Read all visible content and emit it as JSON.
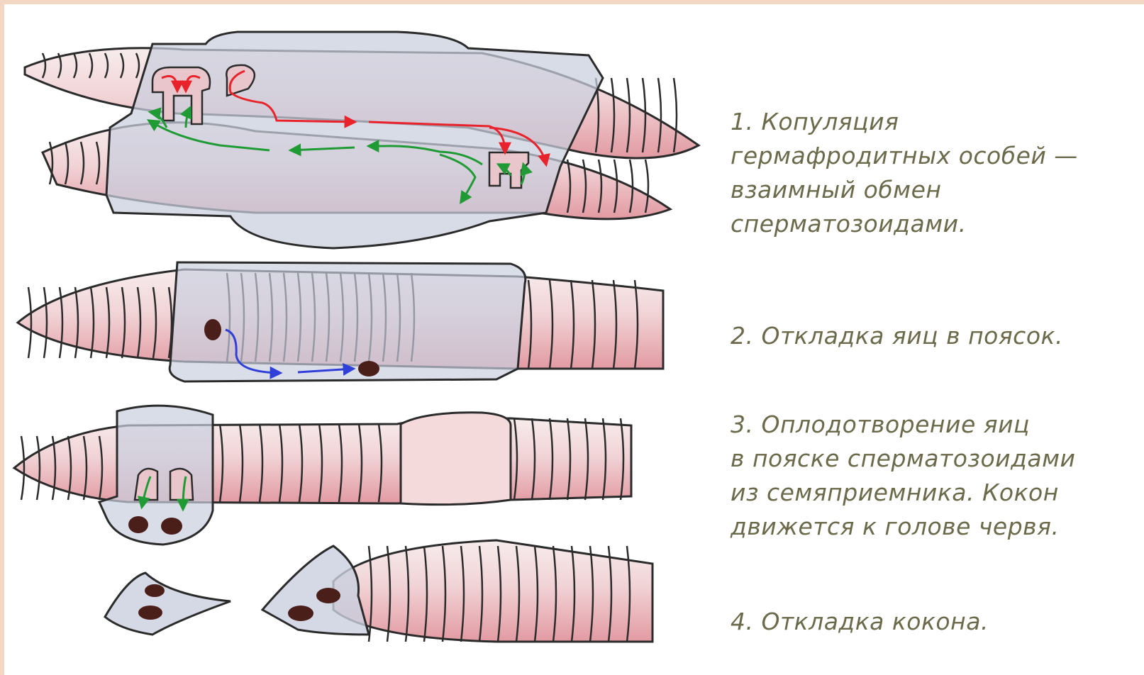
{
  "captions": {
    "step1": {
      "lines": [
        "1. Копуляция",
        "гермафродитных особей —",
        "взаимный обмен",
        "сперматозоидами."
      ]
    },
    "step2": {
      "lines": [
        "2. Откладка яиц в поясок."
      ]
    },
    "step3": {
      "lines": [
        "3. Оплодотворение яиц",
        "в пояске сперматозоидами",
        "из семяприемника. Кокон",
        "движется к голове червя."
      ]
    },
    "step4": {
      "lines": [
        "4. Откладка кокона."
      ]
    }
  },
  "colors": {
    "caption_text": "#6b6a4b",
    "worm_pink": "#e7a8ae",
    "worm_light": "#f6e9ea",
    "worm_outline": "#2b2b2b",
    "clitellum_gray": "#d3d7e3",
    "arrow_red": "#e8232b",
    "arrow_green": "#1f9a35",
    "arrow_blue": "#2f3fd8",
    "egg_brown": "#4a1f1a",
    "frame_peach": "#f4d7c3"
  }
}
